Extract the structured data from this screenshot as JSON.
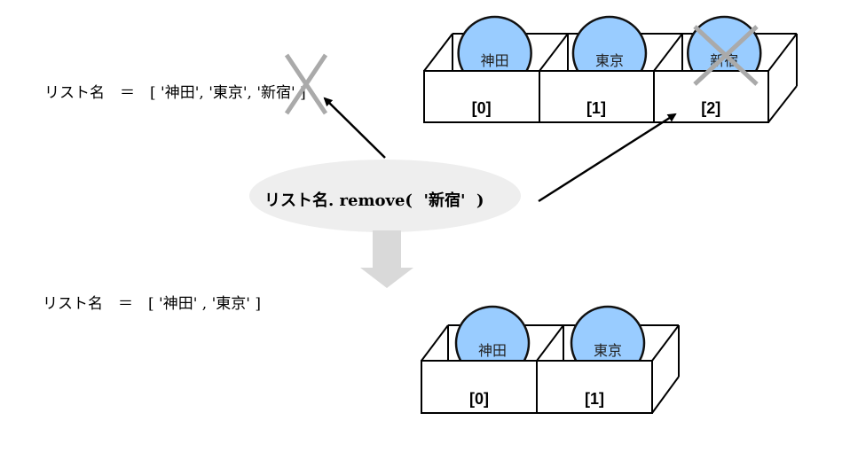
{
  "before": {
    "code": "リスト名　＝　[ '神田', '東京', '新宿' ]",
    "items": [
      "神田",
      "東京",
      "新宿"
    ],
    "indices": [
      "[0]",
      "[1]",
      "[2]"
    ],
    "removed_index": 2
  },
  "operation": {
    "method_call": "リスト名. remove(  '新宿'  )"
  },
  "after": {
    "code": "リスト名　＝　[ '神田' , '東京' ]",
    "items": [
      "神田",
      "東京"
    ],
    "indices": [
      "[0]",
      "[1]"
    ]
  },
  "colors": {
    "ball_fill": "#99ccff",
    "cross": "#aaaaaa",
    "ellipse": "#eeeeee",
    "down_arrow": "#d9d9d9"
  }
}
